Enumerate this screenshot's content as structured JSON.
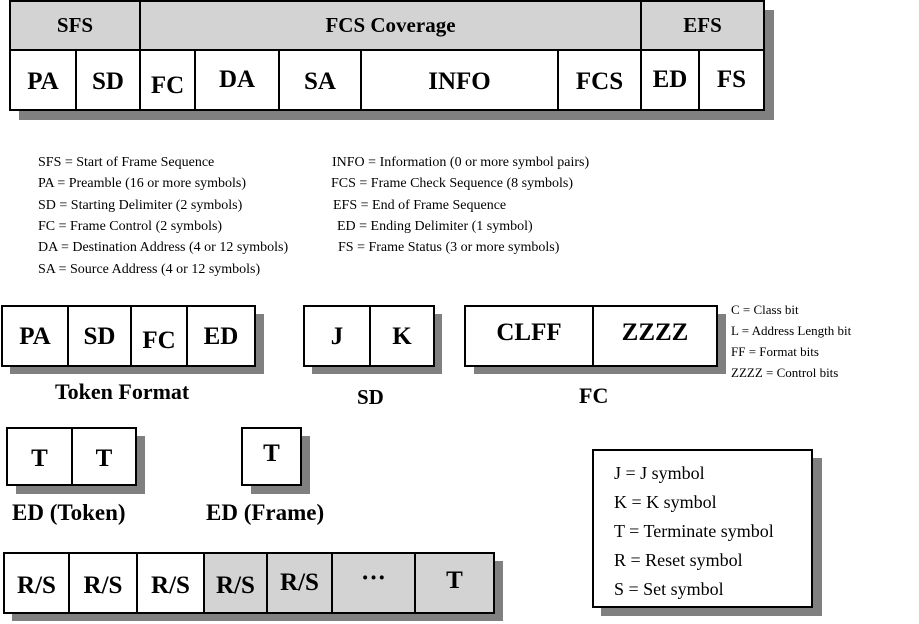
{
  "frame": {
    "groups": {
      "sfs": "SFS",
      "fcs_coverage": "FCS Coverage",
      "efs": "EFS"
    },
    "fields": {
      "pa": "PA",
      "sd": "SD",
      "fc": "FC",
      "da": "DA",
      "sa": "SA",
      "info": "INFO",
      "fcs": "FCS",
      "ed": "ED",
      "fs": "FS"
    }
  },
  "legend_left": [
    "SFS = Start of Frame Sequence",
    "PA = Preamble (16 or more symbols)",
    "SD = Starting Delimiter (2 symbols)",
    "FC = Frame Control (2 symbols)",
    "DA = Destination Address (4 or 12 symbols)",
    "SA = Source Address (4 or 12 symbols)"
  ],
  "legend_right": [
    "INFO = Information (0 or more symbol pairs)",
    "FCS = Frame Check Sequence (8 symbols)",
    "EFS = End of Frame Sequence",
    "ED = Ending Delimiter (1 symbol)",
    "FS = Frame Status (3 or more symbols)"
  ],
  "token": {
    "fields": [
      "PA",
      "SD",
      "FC",
      "ED"
    ],
    "caption": "Token Format"
  },
  "sd_detail": {
    "fields": [
      "J",
      "K"
    ],
    "caption": "SD"
  },
  "fc_detail": {
    "fields": [
      "CLFF",
      "ZZZZ"
    ],
    "caption": "FC"
  },
  "fc_notes": [
    "C = Class bit",
    "L = Address Length bit",
    "FF = Format bits",
    "ZZZZ = Control bits"
  ],
  "ed_token": {
    "fields": [
      "T",
      "T"
    ],
    "caption": "ED (Token)"
  },
  "ed_frame": {
    "fields": [
      "T"
    ],
    "caption": "ED (Frame)"
  },
  "fs_sequence": {
    "fields": [
      "R/S",
      "R/S",
      "R/S",
      "R/S",
      "R/S",
      "···",
      "T"
    ]
  },
  "symbol_key": [
    "J  = J symbol",
    "K = K symbol",
    "T = Terminate symbol",
    "R = Reset symbol",
    "S = Set symbol"
  ]
}
